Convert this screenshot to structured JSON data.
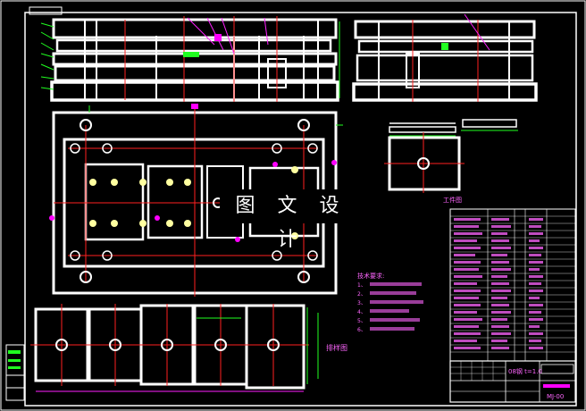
{
  "watermark": "图 文 设 计",
  "labels": {
    "workpiece": "工件图",
    "strip_layout": "排样图"
  },
  "tech_requirements": {
    "title": "技术要求:",
    "lines": [
      "1、",
      "2、",
      "3、",
      "4、",
      "5、",
      "6、"
    ]
  },
  "title_block": {
    "material_spec": "08钢 t=1.0",
    "drawing_no": "MJ-00"
  },
  "colors": {
    "outline": "#ffffff",
    "centerline": "#ff2020",
    "dimension": "#20ff20",
    "leader": "#ff20ff",
    "hole": "#ffffa0",
    "highlight": "#ff00ff",
    "text_pink": "#ff66ff"
  }
}
